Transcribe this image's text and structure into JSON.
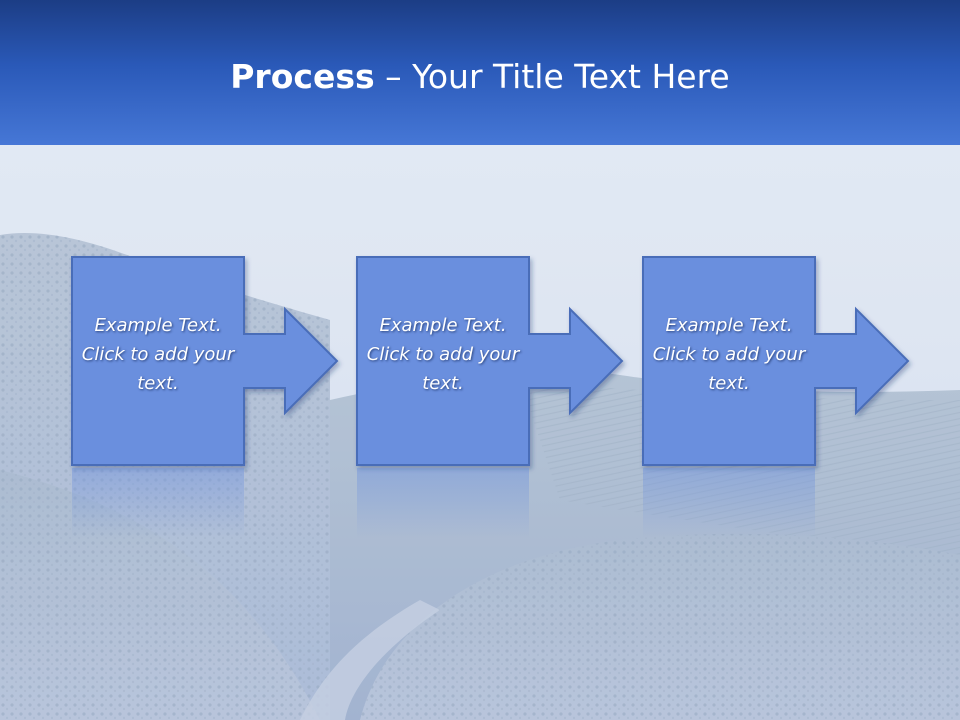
{
  "slide": {
    "title_bold": "Process",
    "title_rest": " – Your Title Text Here"
  },
  "steps": [
    {
      "text": "Example Text. Click  to add your text."
    },
    {
      "text": "Example Text. Click  to add your text."
    },
    {
      "text": "Example Text. Click  to add your text."
    }
  ],
  "colors": {
    "header_top": "#1c3d85",
    "header_bottom": "#4677d6",
    "box_fill": "#6a8fde",
    "box_stroke": "#4a6db8",
    "text": "#ffffff"
  },
  "background_icon": "vineyard-landscape"
}
